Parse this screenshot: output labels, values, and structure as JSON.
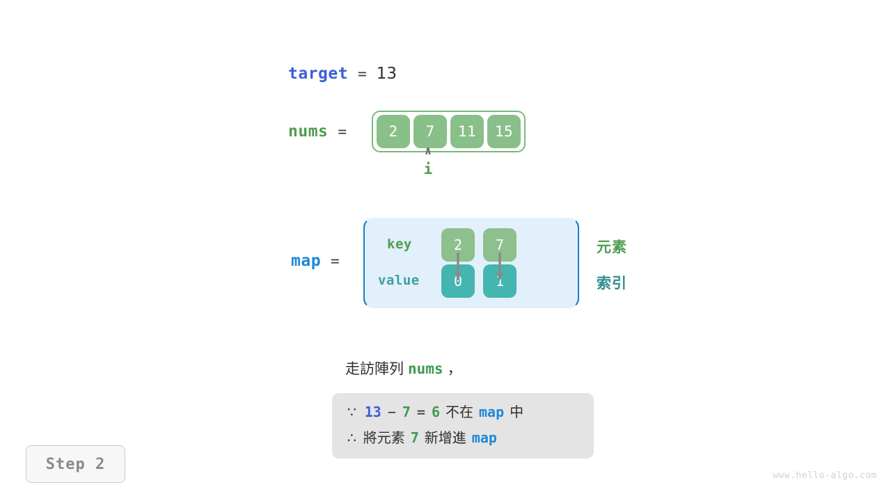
{
  "title": "Two Sum hash map walkthrough - Step 2",
  "colors": {
    "target_blue": "#3a5fd9",
    "map_blue": "#1f87d6",
    "nums_green": "#4f9d4f",
    "element_green": "#8dc08d",
    "index_teal": "#45b5b0",
    "value_teal": "#3f9e9e",
    "box_gray": "#e4e4e4",
    "map_fill": "#e2f0fb",
    "map_border": "#1a7fc1"
  },
  "target": {
    "name": "target",
    "equals": "=",
    "value": "13"
  },
  "nums": {
    "name": "nums",
    "equals": "=",
    "cells": [
      "2",
      "7",
      "11",
      "15"
    ]
  },
  "pointer": {
    "caret": "∧",
    "label": "i",
    "index": 1
  },
  "map": {
    "name": "map",
    "equals": "=",
    "row_labels": {
      "key": "key",
      "value": "value"
    },
    "keys": [
      "2",
      "7"
    ],
    "values": [
      "0",
      "1"
    ],
    "side_labels": {
      "element": "元素",
      "index": "索引"
    }
  },
  "caption": {
    "prefix": "走訪陣列",
    "code": "nums",
    "suffix": "，"
  },
  "info_box": {
    "line1": {
      "symbol": "∵",
      "a": "13",
      "minus": "−",
      "b": "7",
      "eq": "=",
      "result": "6",
      "text_mid": "不在",
      "code": "map",
      "text_end": "中"
    },
    "line2": {
      "symbol": "∴",
      "text_start": "將元素",
      "num": "7",
      "text_mid": "新增進",
      "code": "map"
    }
  },
  "step_badge": {
    "label": "Step 2"
  },
  "watermark": {
    "text": "www.hello-algo.com"
  }
}
